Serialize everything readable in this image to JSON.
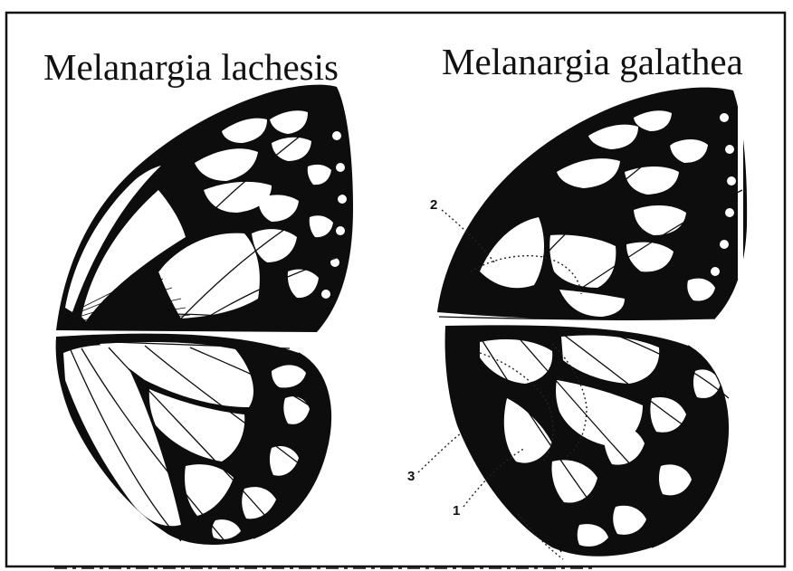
{
  "figure": {
    "left_species": "Melanargia lachesis",
    "right_species": "Melanargia galathea",
    "callouts": [
      "2",
      "3",
      "1"
    ]
  },
  "colors": {
    "ink": "#0d0d0d",
    "paper": "#ffffff"
  }
}
